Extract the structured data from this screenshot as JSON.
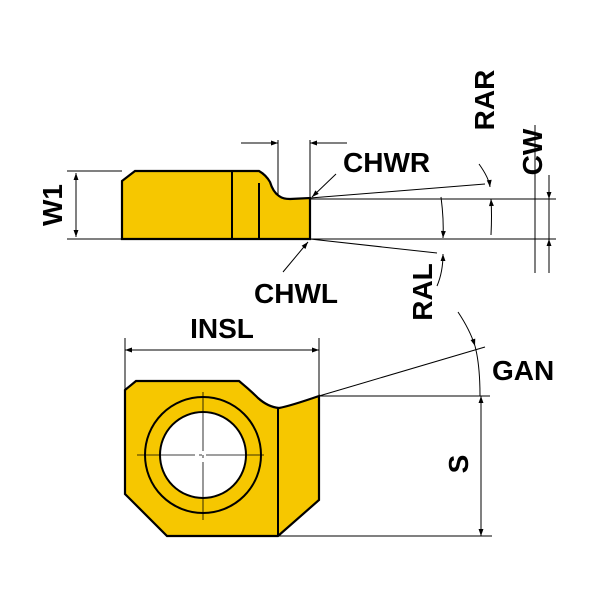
{
  "labels": {
    "w1": "W1",
    "chwr": "CHWR",
    "chwl": "CHWL",
    "rar": "RAR",
    "cw": "CW",
    "ral": "RAL",
    "insl": "INSL",
    "gan": "GAN",
    "s": "S"
  },
  "colors": {
    "insert_fill": "#F6C700",
    "line": "#000000"
  }
}
